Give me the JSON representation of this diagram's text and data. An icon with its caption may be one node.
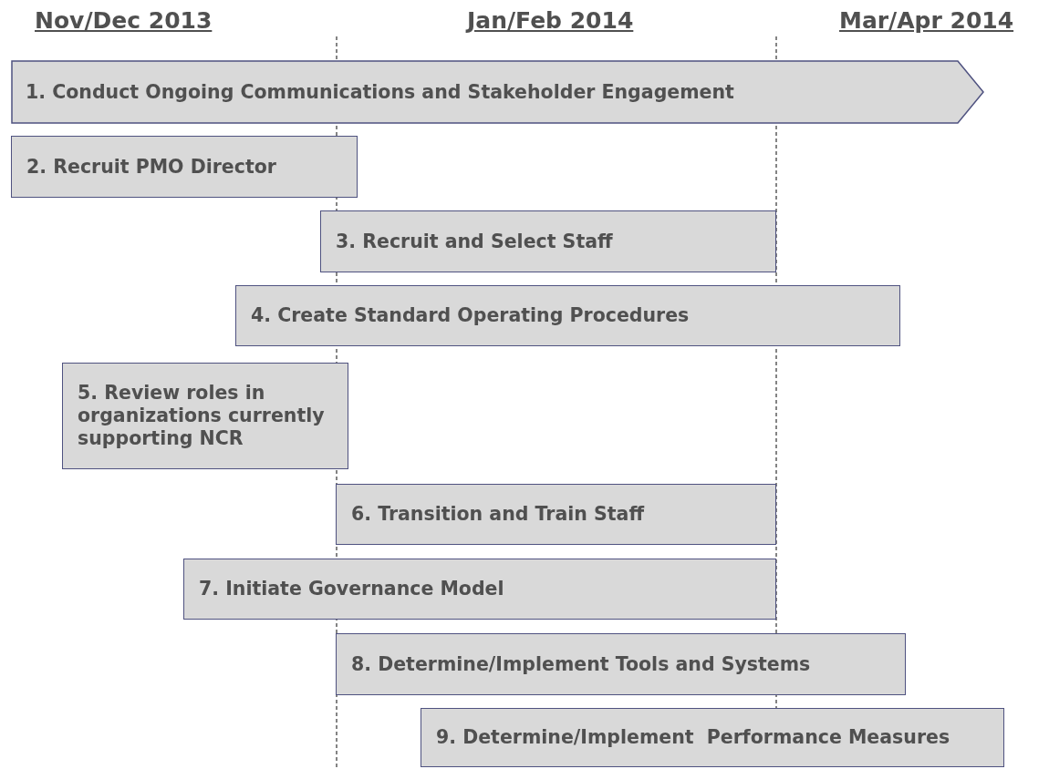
{
  "diagram": {
    "nodes": [
      {
        "text": [
          "1. Conduct Ongoing Communications and Stakeholder Engagement"
        ]
      },
      {
        "text": [
          "2. Recruit PMO Director"
        ]
      },
      {
        "text": [
          "3. Recruit and Select Staff"
        ]
      },
      {
        "text": [
          "4. Create Standard Operating Procedures"
        ]
      },
      {
        "text": [
          "5. Review roles in organizations currently supporting NCR"
        ]
      },
      {
        "text": [
          "6. Transition and Train Staff"
        ]
      },
      {
        "text": [
          "7. Initiate Governance Model"
        ]
      },
      {
        "text": [
          "8. Determine/Implement Tools and Systems"
        ]
      },
      {
        "text": [
          "9. Determine/Implement  Performance Measures"
        ]
      }
    ],
    "labels": [
      "Nov/Dec 2013",
      "Jan/Feb 2014",
      "Mar/Apr 2014"
    ]
  }
}
